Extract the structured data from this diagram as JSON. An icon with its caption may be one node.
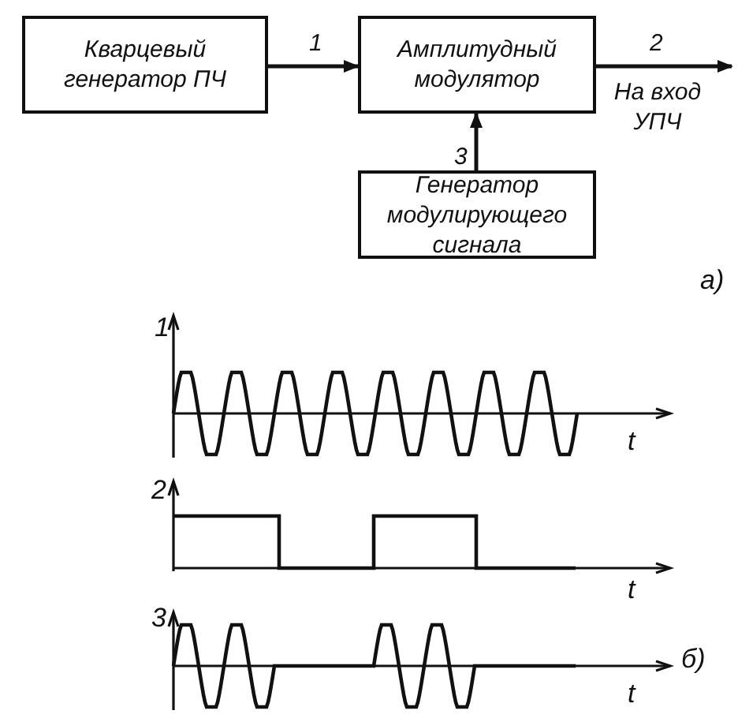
{
  "diagram": {
    "nodes": [
      {
        "text": [
          "Кварцевый генератор ПЧ"
        ]
      },
      {
        "text": [
          "Амплитудный модулятор"
        ]
      },
      {
        "text": [
          "Генератор модулирующего сигнала"
        ]
      },
      {
        "text": [
          "На вход УПЧ"
        ]
      }
    ],
    "edges": [
      {
        "from": 0,
        "to": 1,
        "arrow": "to",
        "label": "1"
      },
      {
        "from": 1,
        "to": 3,
        "arrow": "to",
        "label": "2"
      },
      {
        "from": 2,
        "to": 1,
        "arrow": "to",
        "label": "3"
      }
    ],
    "labels": [
      "а)",
      "1",
      "t",
      "2",
      "t",
      "3",
      "t",
      "б)"
    ]
  }
}
